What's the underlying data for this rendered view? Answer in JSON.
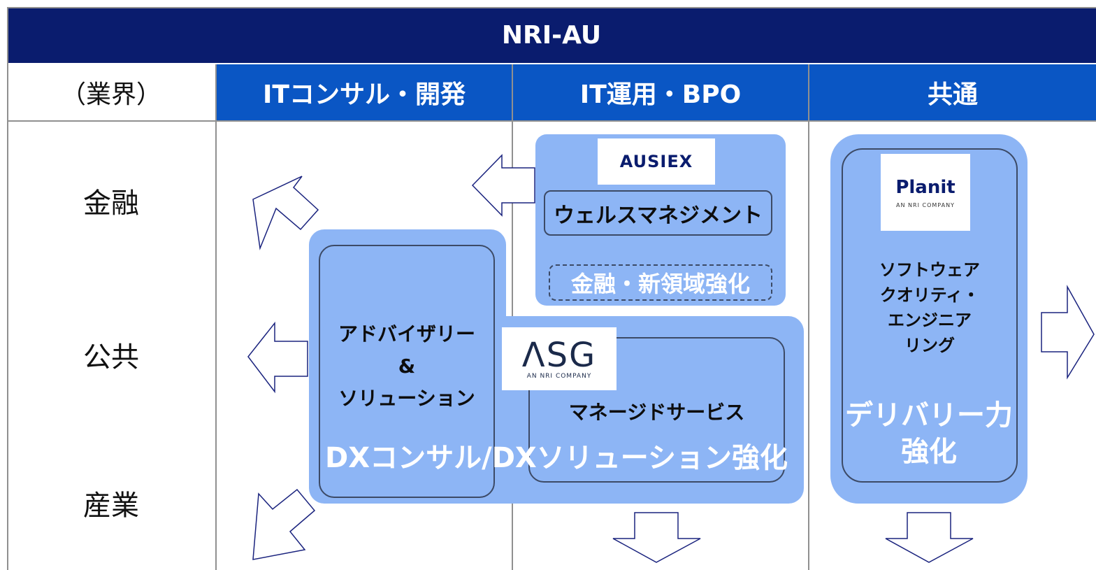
{
  "title": "NRI-AU",
  "header": {
    "industry_label": "（業界）",
    "columns": [
      "ITコンサル・開発",
      "IT運用・BPO",
      "共通"
    ]
  },
  "industries": [
    "金融",
    "公共",
    "産業"
  ],
  "ausiex": {
    "logo_text": "AUSIEX",
    "service": "ウェルスマネジメント",
    "target": "金融・新領域強化"
  },
  "dx": {
    "advisory": [
      "アドバイザリー",
      "&",
      "ソリューション"
    ],
    "managed": "マネージドサービス",
    "headline": "DXコンサル/DXソリューション強化"
  },
  "asg": {
    "logo_text": "ΛSG",
    "logo_sub": "AN NRI COMPANY"
  },
  "planit": {
    "logo_text": "Planit",
    "logo_sub": "AN NRI COMPANY",
    "service": [
      "ソフトウェア",
      "クオリティ・",
      "エンジニア",
      "リング"
    ],
    "headline": [
      "デリバリー力",
      "強化"
    ]
  },
  "colors": {
    "title_bar": "#0a1c6e",
    "column_header": "#0a56c4",
    "box_fill": "#8db5f5",
    "outline": "#3c4a66",
    "arrow_stroke": "#1a237e"
  }
}
